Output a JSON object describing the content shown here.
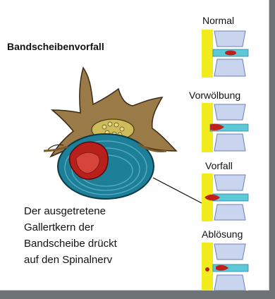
{
  "title": "Bandscheibenvorfall",
  "caption_lines": [
    "Der ausgetretene",
    "Gallertkern der",
    "Bandscheibe drückt",
    "auf den Spinalnerv"
  ],
  "stages": [
    {
      "label": "Normal"
    },
    {
      "label": "Vorwölbung"
    },
    {
      "label": "Vorfall"
    },
    {
      "label": "Ablösung"
    }
  ],
  "colors": {
    "disc_outer": "#1e7f99",
    "nucleus": "#c0201c",
    "yellow_strip": "#f2ec1e",
    "vertebra": "#c9d4ee",
    "disc_inner": "#5dc8d8",
    "bone": "#8a6a3a",
    "spinal_canal": "#c8b45a"
  }
}
